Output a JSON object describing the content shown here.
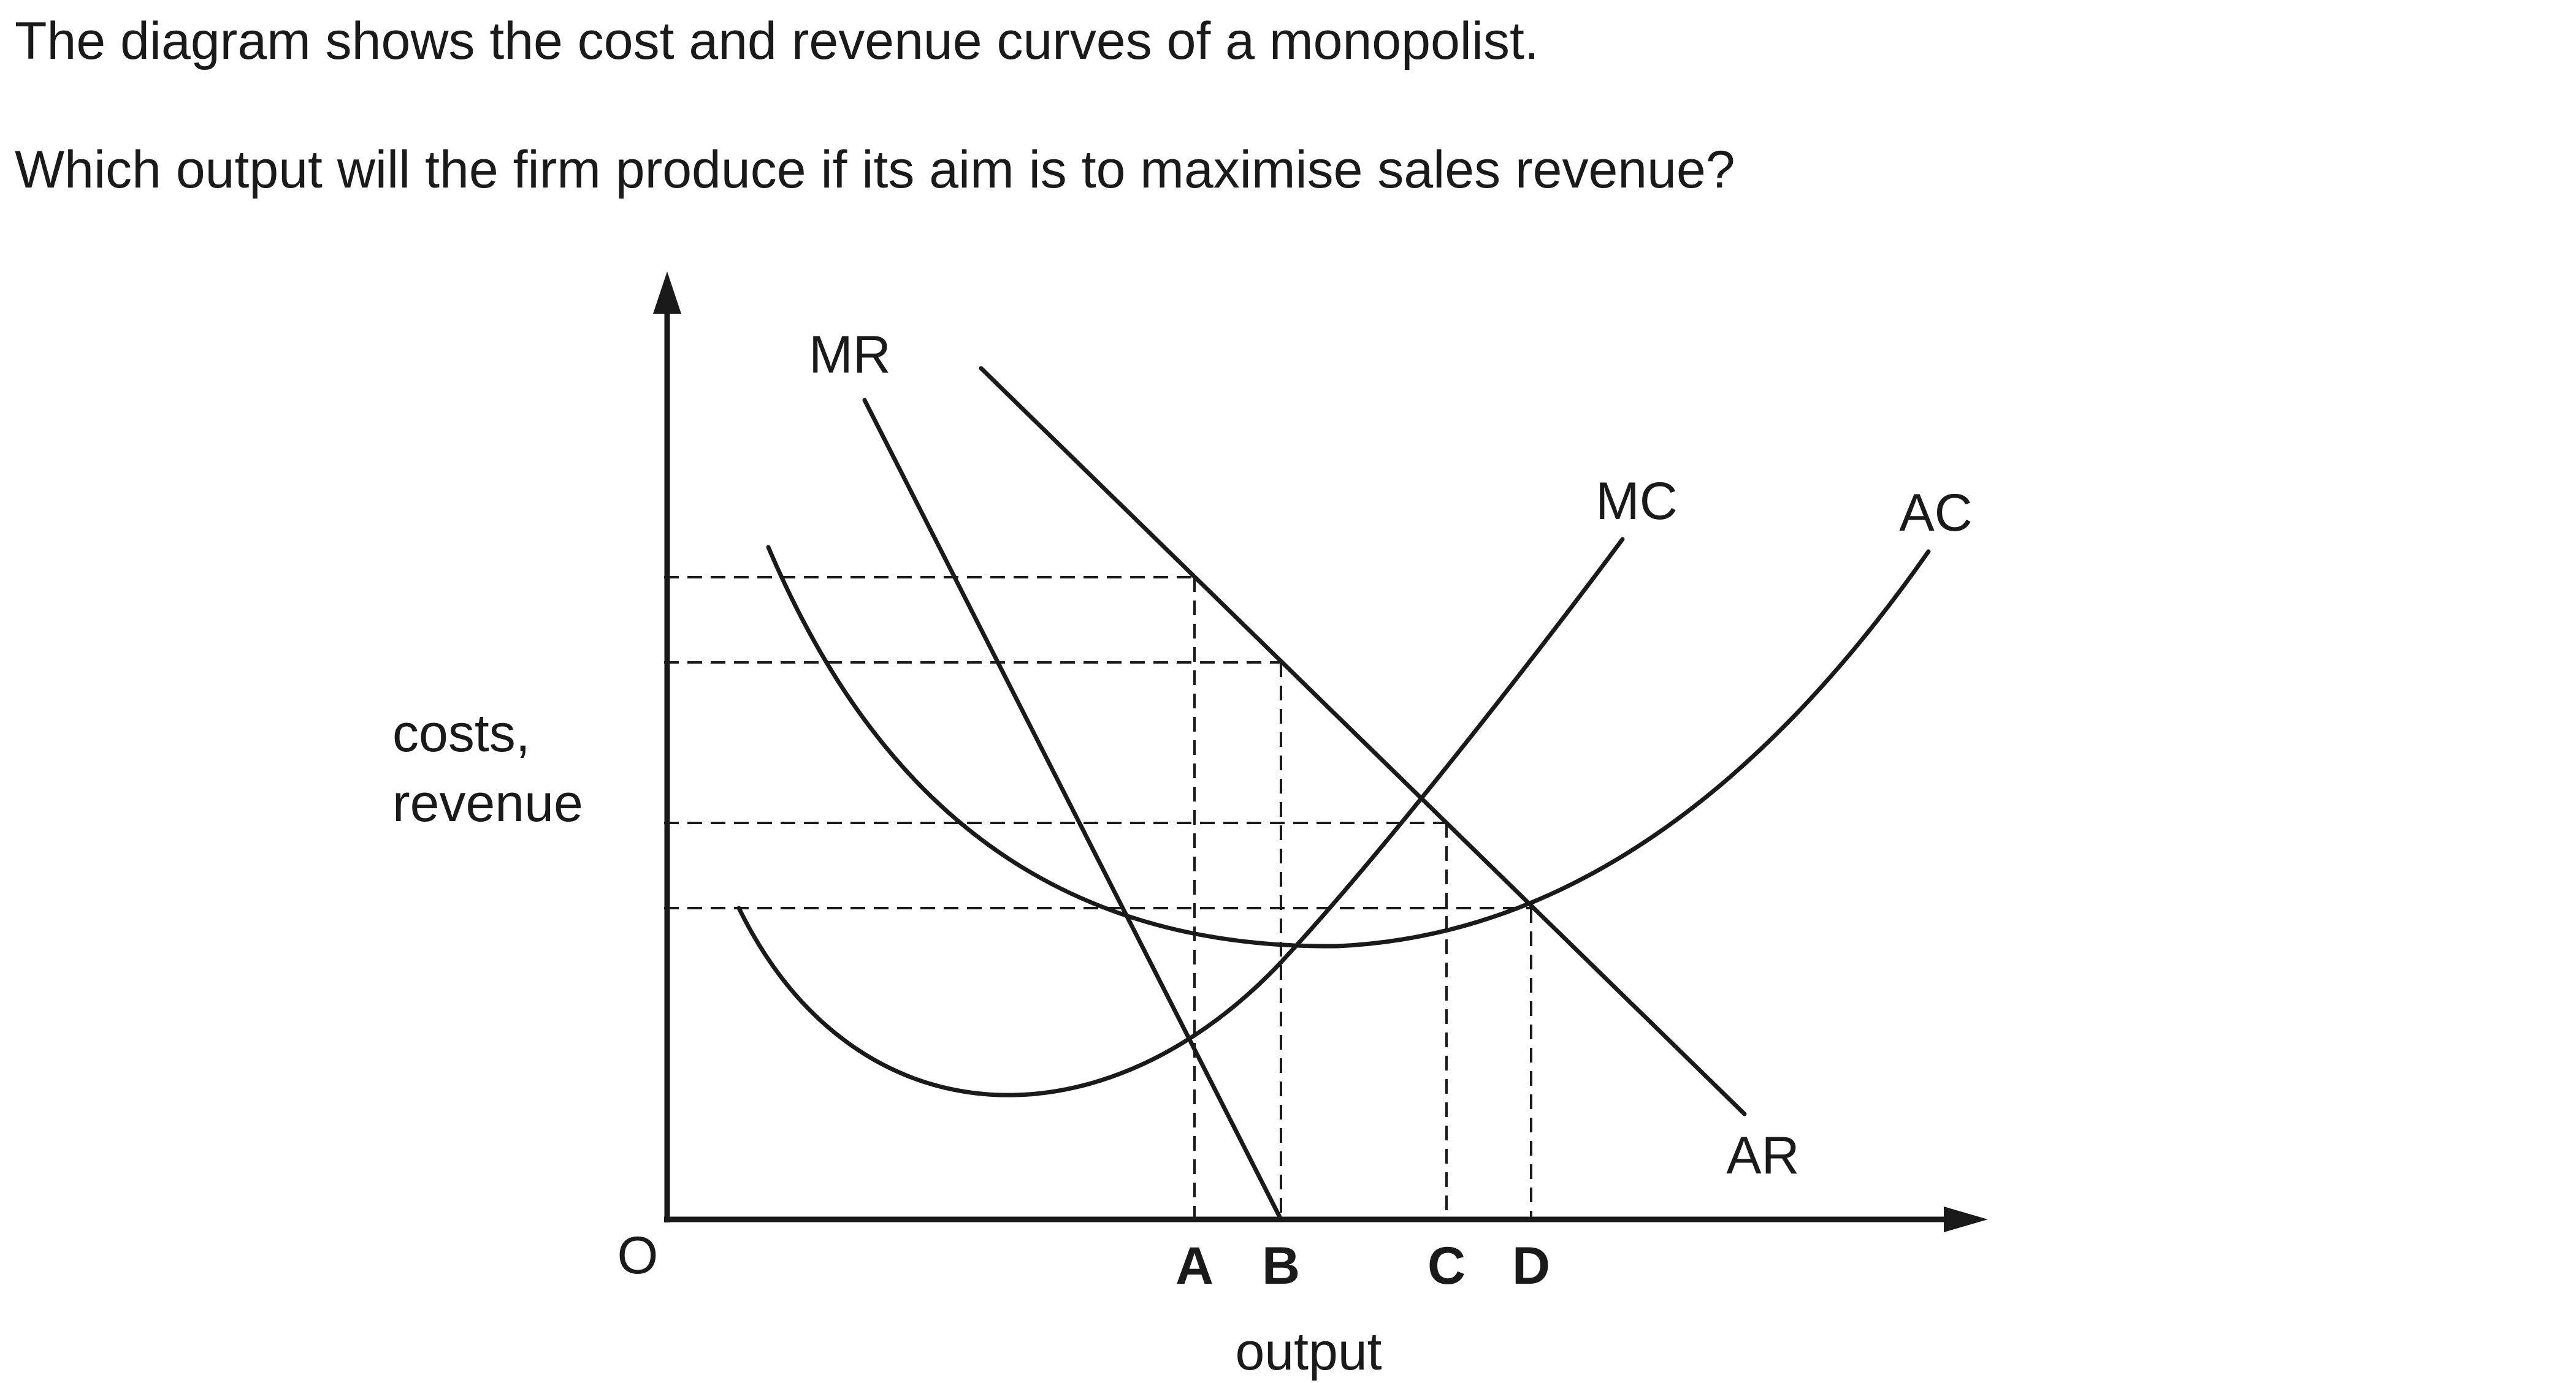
{
  "question": {
    "intro": "The diagram shows the cost and revenue curves of a monopolist.",
    "prompt": "Which output will the firm produce if its aim is to maximise sales revenue?"
  },
  "diagram": {
    "origin_label": "O",
    "y_axis_label_line1": "costs,",
    "y_axis_label_line2": "revenue",
    "x_axis_label": "output",
    "curves": {
      "mr": "MR",
      "mc": "MC",
      "ac": "AC",
      "ar": "AR"
    },
    "output_points": [
      "A",
      "B",
      "C",
      "D"
    ]
  }
}
